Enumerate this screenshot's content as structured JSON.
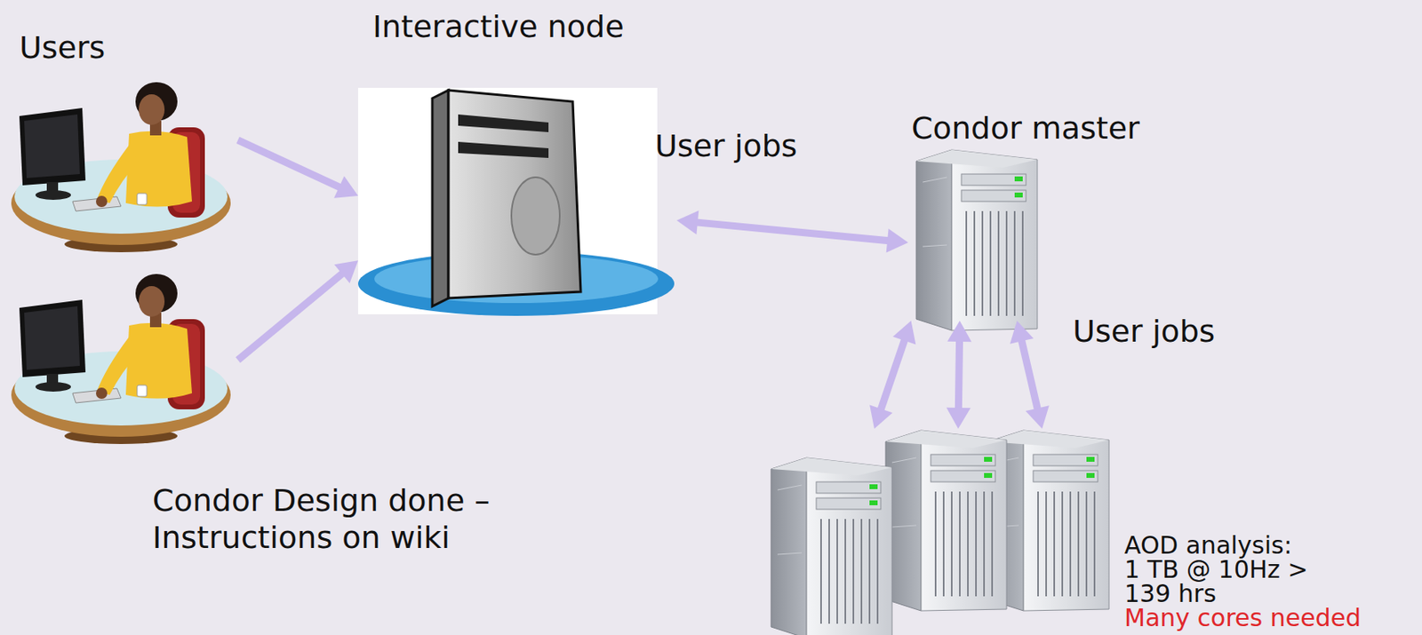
{
  "diagram": {
    "nodes": [
      {
        "text": [
          "Users"
        ]
      },
      {
        "text": [
          "Interactive node"
        ]
      },
      {
        "text": [
          "Condor master"
        ]
      },
      {
        "text": [
          "AOD analysis: 1 TB @ 10Hz > 139 hrs",
          "Many cores needed"
        ]
      }
    ],
    "edges": [
      {
        "from": 0,
        "to": 1,
        "arrow": "to"
      },
      {
        "from": 0,
        "to": 1,
        "arrow": "to"
      },
      {
        "from": 1,
        "to": 2,
        "label": "User jobs",
        "arrow": "both"
      },
      {
        "from": 2,
        "to": 3,
        "arrow": "both"
      },
      {
        "from": 2,
        "to": 3,
        "arrow": "both"
      },
      {
        "from": 2,
        "to": 3,
        "label": "User jobs",
        "arrow": "both"
      }
    ],
    "labels": [
      "Condor Design done – Instructions on wiki"
    ]
  }
}
